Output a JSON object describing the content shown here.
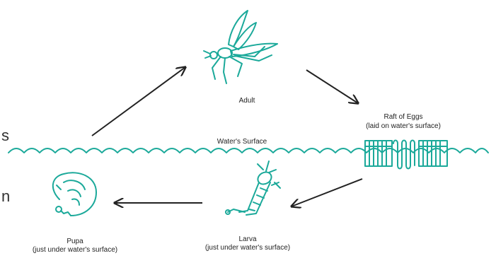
{
  "colors": {
    "teal": "#1ba99a",
    "arrow": "#222222",
    "text": "#222222"
  },
  "labels": {
    "adult": "Adult",
    "raft_title": "Raft of Eggs",
    "raft_sub": "(laid on water's surface)",
    "water": "Water's Surface",
    "larva_title": "Larva",
    "larva_sub": "(just under water's surface)",
    "pupa_title": "Pupa",
    "pupa_sub": "(just under water's surface)"
  },
  "cut_off_text": {
    "top": "s",
    "bottom": "n"
  },
  "icons": [
    "mosquito-adult-icon",
    "egg-raft-icon",
    "larva-icon",
    "pupa-icon"
  ]
}
